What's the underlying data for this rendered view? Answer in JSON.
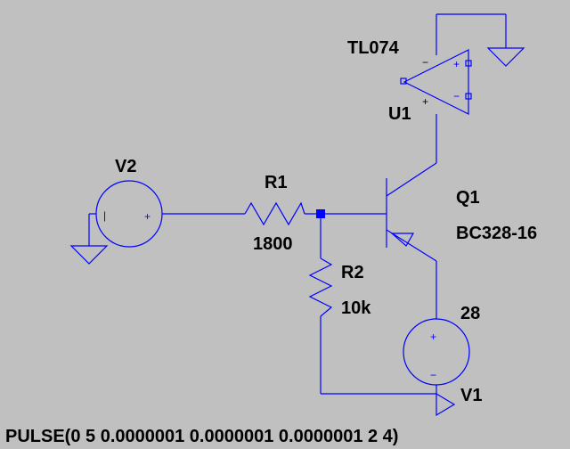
{
  "colors": {
    "background": "#c0c0c0",
    "wire": "#0000ff",
    "label": "#000000",
    "junction": "#0000ff"
  },
  "components": {
    "u1": {
      "ref": "U1",
      "model": "TL074",
      "pin_minus": "−",
      "pin_plus": "+",
      "pin_vplus": "+",
      "pin_vminus": "−"
    },
    "q1": {
      "ref": "Q1",
      "model": "BC328-16"
    },
    "r1": {
      "ref": "R1",
      "value": "1800"
    },
    "r2": {
      "ref": "R2",
      "value": "10k"
    },
    "v1": {
      "ref": "V1",
      "value": "28",
      "plus": "+",
      "minus": "−"
    },
    "v2": {
      "ref": "V2",
      "value": "PULSE(0 5 0.0000001 0.0000001 0.0000001 2 4)",
      "plus": "+",
      "minus": "|"
    }
  }
}
